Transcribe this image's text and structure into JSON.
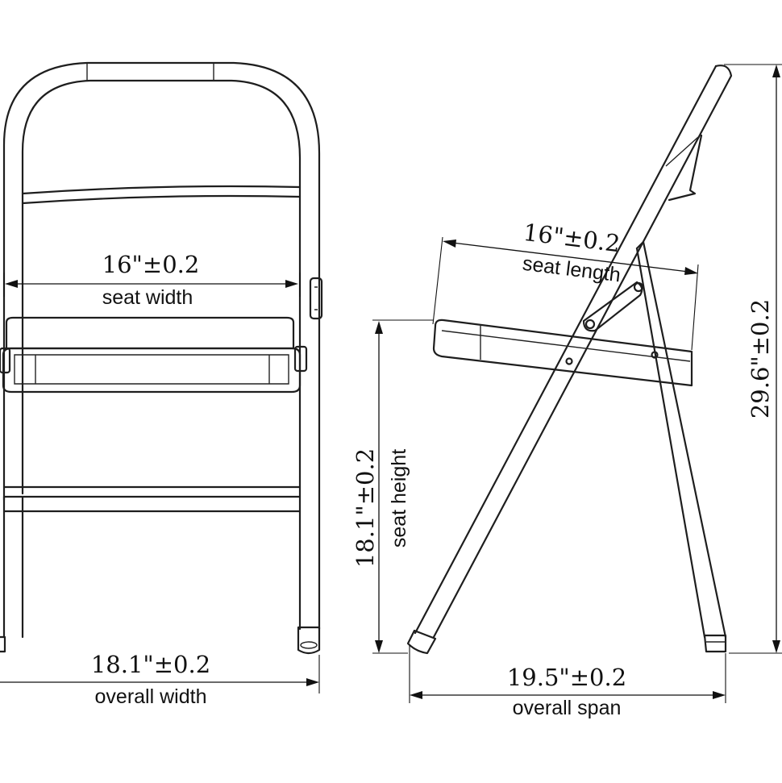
{
  "dimensions": {
    "seat_width": {
      "value": "16\"±0.2",
      "label": "seat width"
    },
    "overall_width": {
      "value": "18.1\"±0.2",
      "label": "overall width"
    },
    "seat_length": {
      "value": "16\"±0.2",
      "label": "seat length"
    },
    "seat_height": {
      "value": "18.1\"±0.2",
      "label": "seat height"
    },
    "overall_height": {
      "value": "29.6\"±0.2"
    },
    "overall_span": {
      "value": "19.5\"±0.2",
      "label": "overall span"
    }
  },
  "colors": {
    "line": "#1e1e1e",
    "background": "#ffffff"
  }
}
